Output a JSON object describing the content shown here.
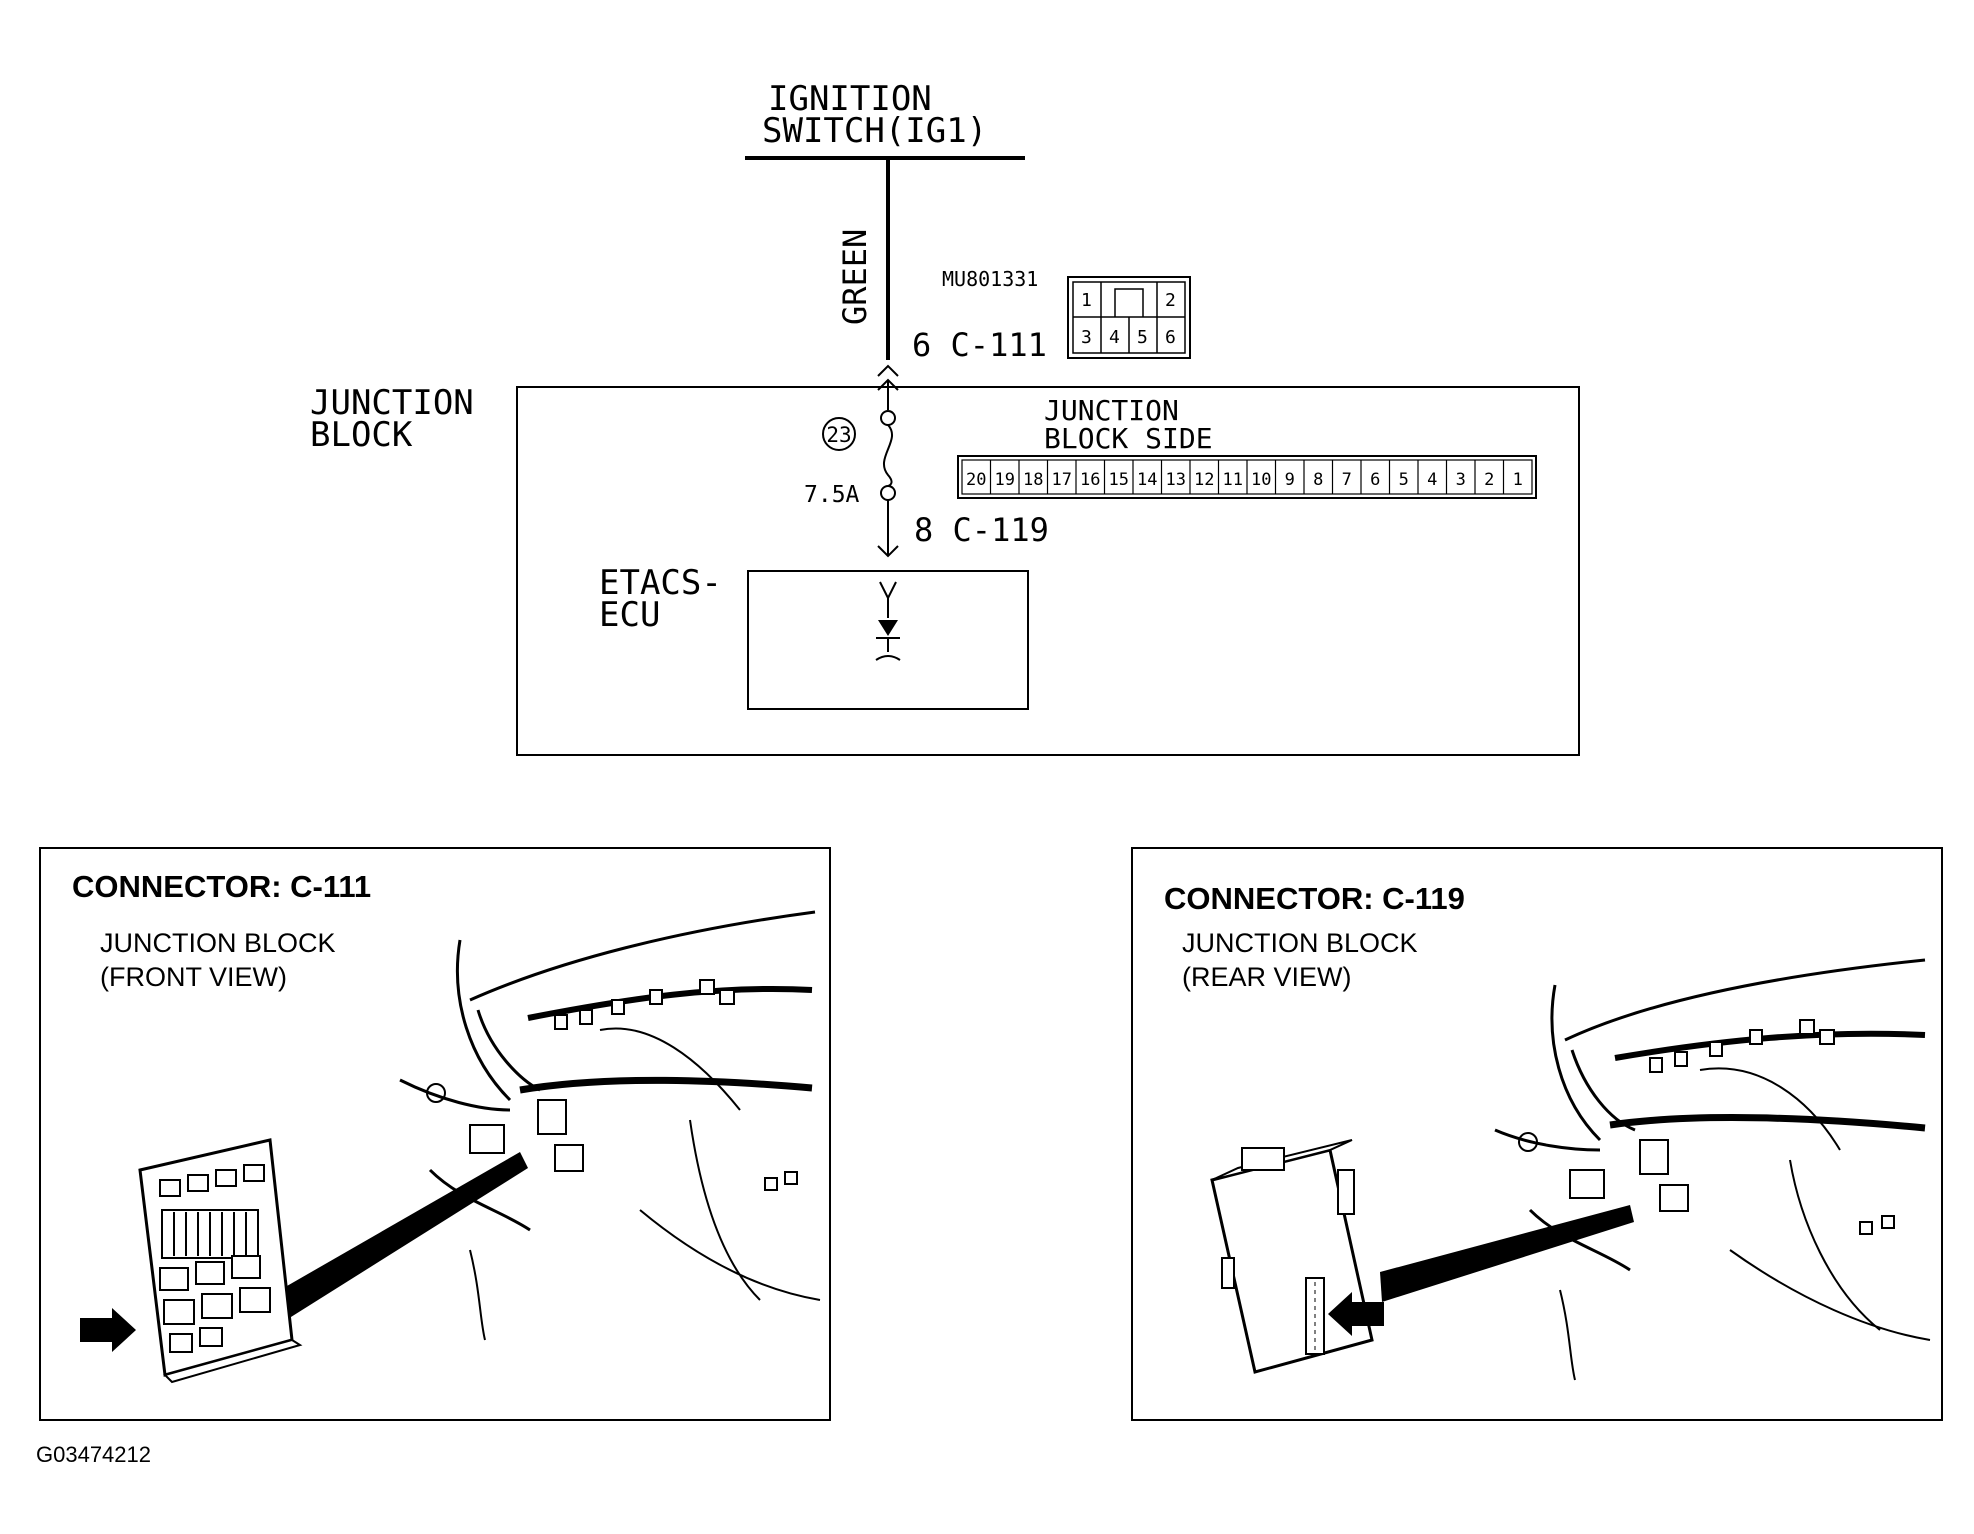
{
  "ignition_switch": {
    "line1": "IGNITION",
    "line2": "SWITCH(IG1)"
  },
  "wire_color": "GREEN",
  "part_number": "MU801331",
  "connector_c111_pins": {
    "row1": [
      "1",
      "2"
    ],
    "row2": [
      "3",
      "4",
      "5",
      "6"
    ]
  },
  "pin_label_top": "6 C-111",
  "junction_block_label": {
    "line1": "JUNCTION",
    "line2": "BLOCK"
  },
  "fuse_number": "23",
  "fuse_rating": "7.5A",
  "pin_label_bottom": "8 C-119",
  "junction_block_side": {
    "line1": "JUNCTION",
    "line2": "BLOCK SIDE"
  },
  "block_side_pins": [
    "20",
    "19",
    "18",
    "17",
    "16",
    "15",
    "14",
    "13",
    "12",
    "11",
    "10",
    "9",
    "8",
    "7",
    "6",
    "5",
    "4",
    "3",
    "2",
    "1"
  ],
  "etacs_label": {
    "line1": "ETACS-",
    "line2": "ECU"
  },
  "panel_left": {
    "title": "CONNECTOR: C-111",
    "line1": "JUNCTION BLOCK",
    "line2": "(FRONT VIEW)"
  },
  "panel_right": {
    "title": "CONNECTOR: C-119",
    "line1": "JUNCTION BLOCK",
    "line2": "(REAR VIEW)"
  },
  "figure_id": "G03474212"
}
